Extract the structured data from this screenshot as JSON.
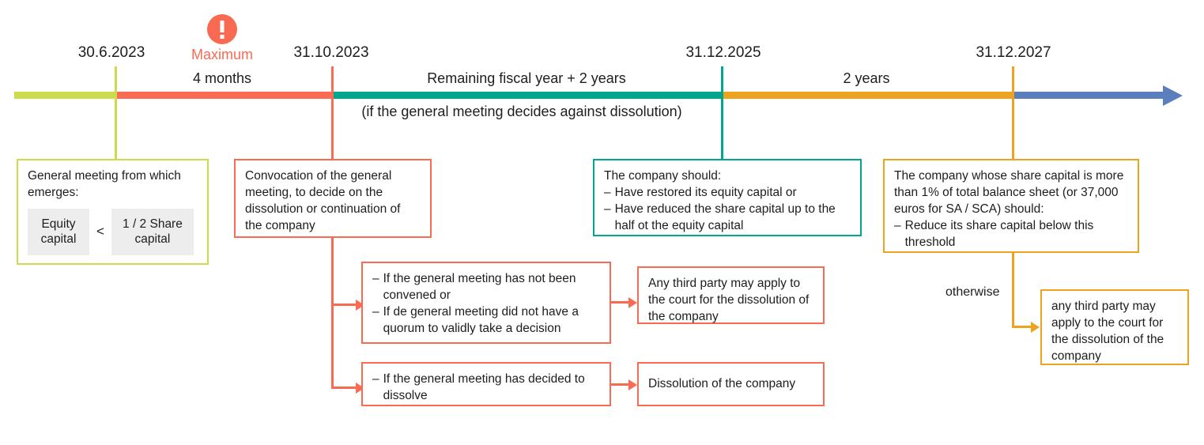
{
  "timeline": {
    "segments": [
      {
        "name": "pre-period",
        "label": "",
        "color": "#cddc4c"
      },
      {
        "name": "four-months",
        "label": "4 months",
        "color": "#fb6b53"
      },
      {
        "name": "remaining-years",
        "label": "Remaining fiscal year + 2 years",
        "color": "#00a78e"
      },
      {
        "name": "two-years",
        "label": "2 years",
        "color": "#eda220"
      },
      {
        "name": "after",
        "label": "",
        "color": "#5b7ebd"
      }
    ],
    "dates": [
      {
        "name": "date-2023-06-30",
        "label": "30.6.2023",
        "color": "#cddc4c"
      },
      {
        "name": "date-2023-10-31",
        "label": "31.10.2023",
        "color": "#fb6b53"
      },
      {
        "name": "date-2025-12-31",
        "label": "31.12.2025",
        "color": "#00a78e"
      },
      {
        "name": "date-2027-12-31",
        "label": "31.12.2027",
        "color": "#eda220"
      }
    ],
    "maximum_badge": {
      "icon": "exclamation-icon",
      "label": "Maximum"
    },
    "sub_note": "(if the general meeting decides against dissolution)"
  },
  "boxes": {
    "general_meeting": {
      "intro": "General meeting from which emerges:",
      "left_chip": "Equity capital",
      "operator": "<",
      "right_chip": "1 / 2 Share capital",
      "color": "#cddc4c"
    },
    "convocation": {
      "text": "Convocation of the general meeting, to decide on the dissolution or continuation of the company",
      "color": "#fb6b53"
    },
    "company_should": {
      "intro": "The company should:",
      "bullets": [
        "Have restored its equity capital or",
        "Have reduced the share capital up to the half ot the equity capital"
      ],
      "color": "#00a78e"
    },
    "share_capital_threshold": {
      "intro": "The company whose share capital is more than 1% of total balance sheet (or 37,000 euros for SA / SCA) should:",
      "bullets": [
        "Reduce its share capital below this threshold"
      ],
      "color": "#eda220"
    },
    "not_convened": {
      "bullets": [
        "If the general meeting has not been convened or",
        " If de general meeting did not have a quorum to validly take a decision"
      ],
      "color": "#fb6b53"
    },
    "third_party_court": {
      "text": "Any third party may apply to the court for the dissolution of the company",
      "color": "#fb6b53"
    },
    "decided_dissolve": {
      "bullets": [
        "If the general meeting has decided to dissolve"
      ],
      "color": "#fb6b53"
    },
    "dissolution": {
      "text": "Dissolution of the company",
      "color": "#fb6b53"
    },
    "otherwise_third_party": {
      "text": "any third party may apply to the court for the dissolution of the company",
      "color": "#eda220"
    }
  },
  "labels": {
    "otherwise": "otherwise"
  },
  "colors": {
    "green": "#cddc4c",
    "coral": "#fb6b53",
    "teal": "#00a78e",
    "orange": "#eda220",
    "blue": "#5b7ebd",
    "chip_bg": "#ededed",
    "text": "#1d1d1b"
  }
}
